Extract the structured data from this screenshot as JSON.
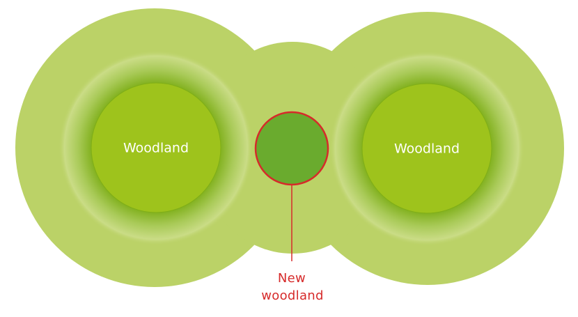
{
  "woodland_left": {
    "label": "Woodland"
  },
  "woodland_right": {
    "label": "Woodland"
  },
  "new_woodland": {
    "line1": "New",
    "line2": "woodland"
  },
  "colors": {
    "buffer_zone": "#bbd267",
    "ring_light": "#cadc86",
    "ring_dark": "#82b11f",
    "woodland_core": "#9ec31c",
    "woodland_core_edge": "#7fae17",
    "new_woodland_fill": "#6aab2e",
    "highlight_red": "#d62a2a"
  }
}
